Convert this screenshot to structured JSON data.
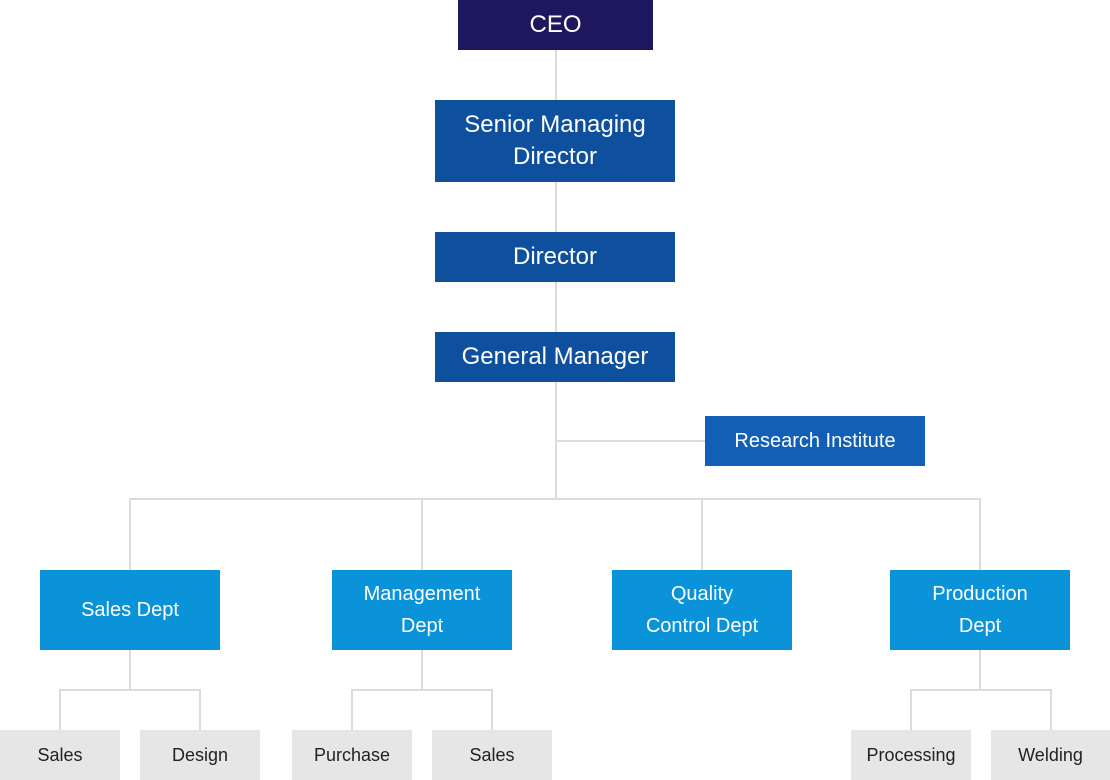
{
  "chart": {
    "ceo": "CEO",
    "senior_managing_director": [
      "Senior Managing",
      "Director"
    ],
    "director": "Director",
    "general_manager": "General Manager",
    "research_institute": "Research Institute",
    "departments": [
      {
        "lines": [
          "Sales Dept"
        ],
        "teams": [
          "Sales",
          "Design"
        ]
      },
      {
        "lines": [
          "Management",
          "Dept"
        ],
        "teams": [
          "Purchase",
          "Sales"
        ]
      },
      {
        "lines": [
          "Quality",
          "Control Dept"
        ],
        "teams": []
      },
      {
        "lines": [
          "Production",
          "Dept"
        ],
        "teams": [
          "Processing",
          "Welding"
        ]
      }
    ]
  },
  "colors": {
    "ceo": "#1d1760",
    "executive": "#0e4f9e",
    "institute": "#1160b5",
    "department": "#0b93d9",
    "team": "#e6e6e6",
    "connector": "#dcdcdc"
  }
}
